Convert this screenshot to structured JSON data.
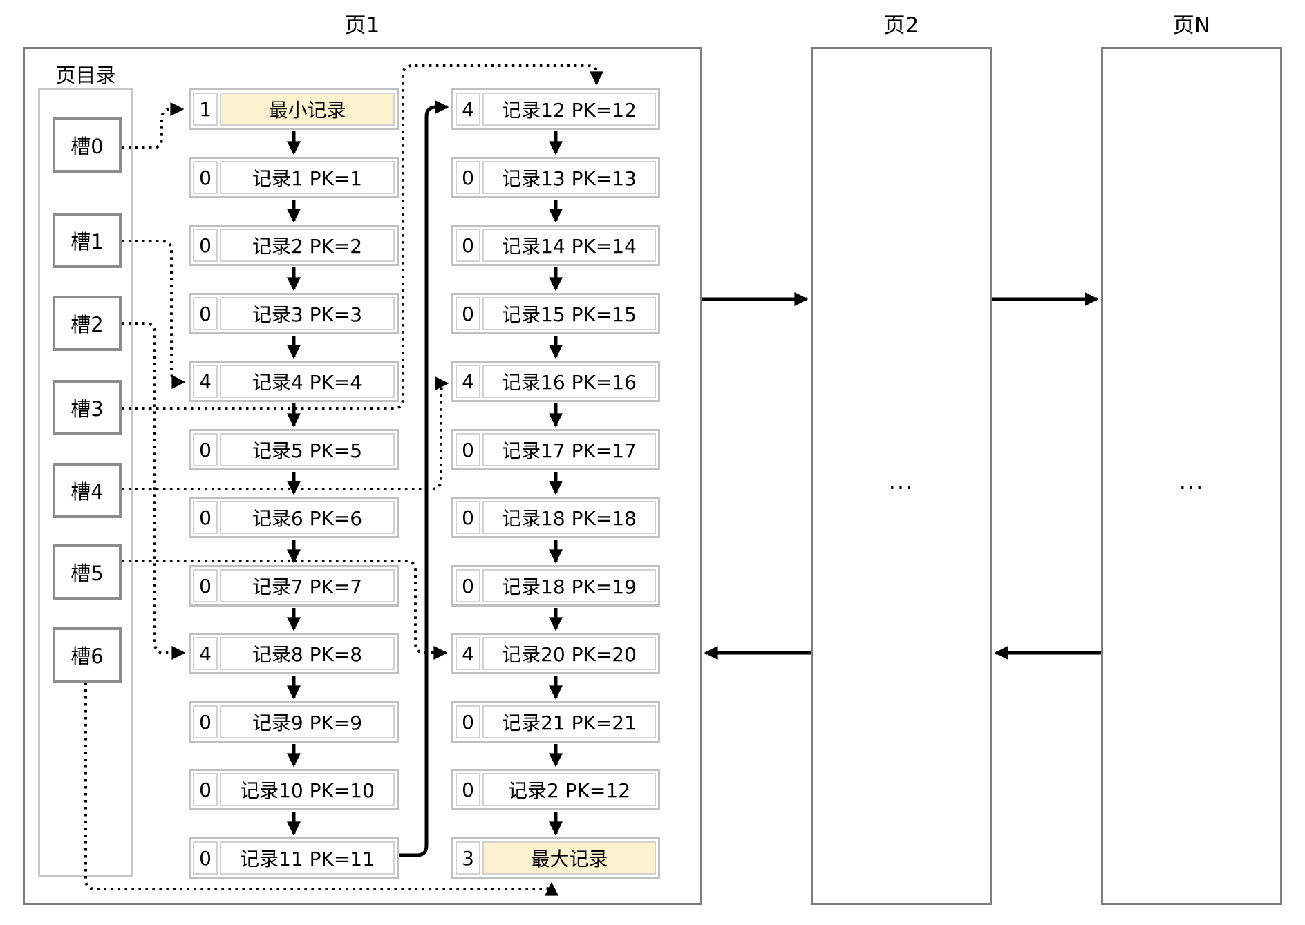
{
  "colors": {
    "highlight": "#fdf2cf",
    "page_border": "#7d7d7d",
    "record_border": "#c0c0c0",
    "slot_border": "#8c8c8c",
    "line": "#000000"
  },
  "pages": {
    "page1": {
      "title": "页1"
    },
    "page2": {
      "title": "页2",
      "content": "..."
    },
    "pageN": {
      "title": "页N",
      "content": "..."
    }
  },
  "directory": {
    "label": "页目录",
    "slots": [
      {
        "label": "槽0",
        "points_to": "最小记录"
      },
      {
        "label": "槽1",
        "points_to": "记录4 PK=4"
      },
      {
        "label": "槽2",
        "points_to": "记录8 PK=8"
      },
      {
        "label": "槽3",
        "points_to": "记录12 PK=12"
      },
      {
        "label": "槽4",
        "points_to": "记录16 PK=16"
      },
      {
        "label": "槽5",
        "points_to": "记录20 PK=20"
      },
      {
        "label": "槽6",
        "points_to": "最大记录"
      }
    ]
  },
  "columns": {
    "left": [
      {
        "num": "1",
        "label": "最小记录",
        "highlight": true
      },
      {
        "num": "0",
        "label": "记录1 PK=1"
      },
      {
        "num": "0",
        "label": "记录2 PK=2"
      },
      {
        "num": "0",
        "label": "记录3 PK=3"
      },
      {
        "num": "4",
        "label": "记录4 PK=4"
      },
      {
        "num": "0",
        "label": "记录5 PK=5"
      },
      {
        "num": "0",
        "label": "记录6 PK=6"
      },
      {
        "num": "0",
        "label": "记录7 PK=7"
      },
      {
        "num": "4",
        "label": "记录8 PK=8"
      },
      {
        "num": "0",
        "label": "记录9 PK=9"
      },
      {
        "num": "0",
        "label": "记录10 PK=10"
      },
      {
        "num": "0",
        "label": "记录11 PK=11"
      }
    ],
    "right": [
      {
        "num": "4",
        "label": "记录12 PK=12"
      },
      {
        "num": "0",
        "label": "记录13 PK=13"
      },
      {
        "num": "0",
        "label": "记录14 PK=14"
      },
      {
        "num": "0",
        "label": "记录15 PK=15"
      },
      {
        "num": "4",
        "label": "记录16 PK=16"
      },
      {
        "num": "0",
        "label": "记录17 PK=17"
      },
      {
        "num": "0",
        "label": "记录18 PK=18"
      },
      {
        "num": "0",
        "label": "记录18 PK=19"
      },
      {
        "num": "4",
        "label": "记录20 PK=20"
      },
      {
        "num": "0",
        "label": "记录21 PK=21"
      },
      {
        "num": "0",
        "label": "记录2 PK=12"
      },
      {
        "num": "3",
        "label": "最大记录",
        "highlight": true
      }
    ]
  }
}
